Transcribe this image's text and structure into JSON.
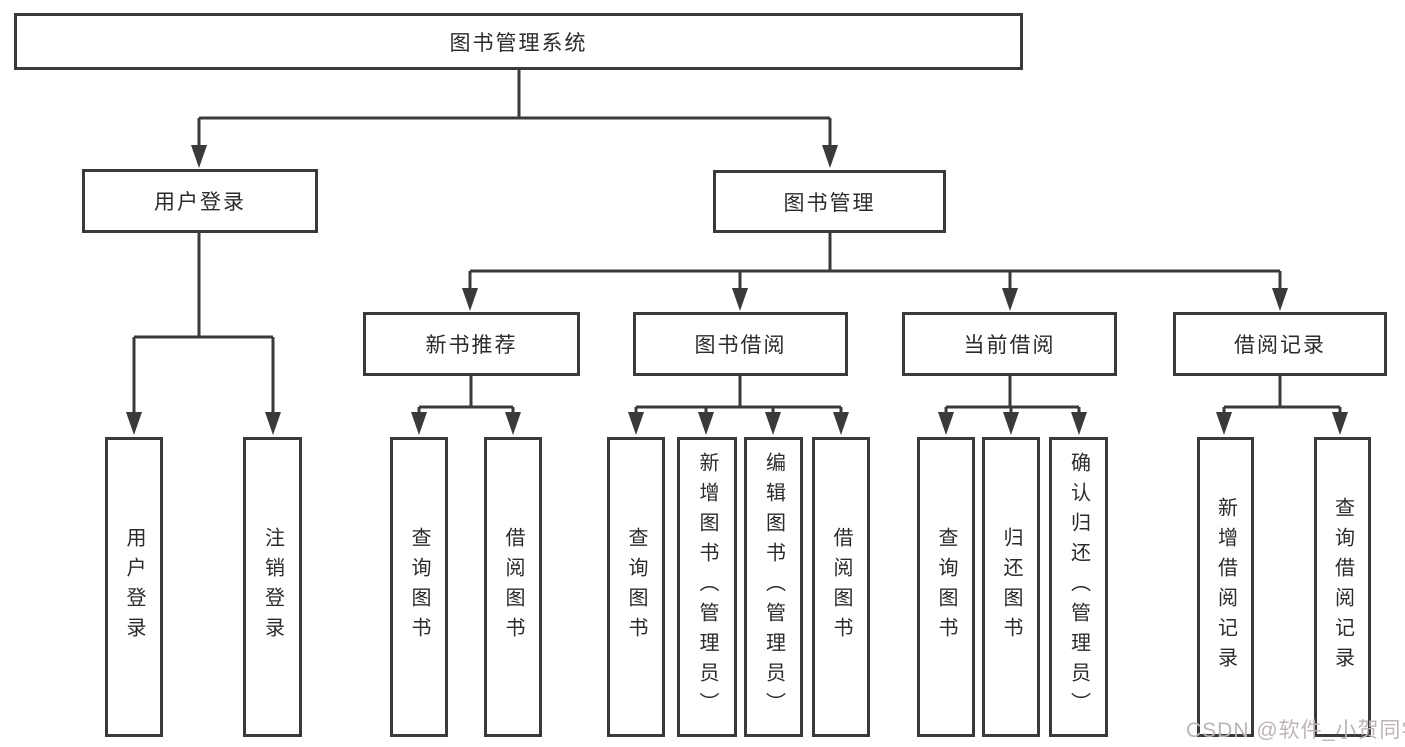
{
  "diagram": {
    "root": {
      "label": "图书管理系统"
    },
    "level2": [
      {
        "label": "用户登录"
      },
      {
        "label": "图书管理"
      }
    ],
    "level3": [
      {
        "label": "新书推荐"
      },
      {
        "label": "图书借阅"
      },
      {
        "label": "当前借阅"
      },
      {
        "label": "借阅记录"
      }
    ],
    "leaves": {
      "user_login": [
        {
          "label": "用户登录"
        },
        {
          "label": "注销登录"
        }
      ],
      "new_book_recommend": [
        {
          "label": "查询图书"
        },
        {
          "label": "借阅图书"
        }
      ],
      "book_borrow": [
        {
          "label": "查询图书"
        },
        {
          "label": "新增图书（管理员）"
        },
        {
          "label": "编辑图书（管理员）"
        },
        {
          "label": "借阅图书"
        }
      ],
      "current_borrow": [
        {
          "label": "查询图书"
        },
        {
          "label": "归还图书"
        },
        {
          "label": "确认归还（管理员）"
        }
      ],
      "borrow_records": [
        {
          "label": "新增借阅记录"
        },
        {
          "label": "查询借阅记录"
        }
      ]
    }
  },
  "watermark": {
    "text": "CSDN @软件_小贺同学"
  },
  "colors": {
    "line": "#3a3a3a",
    "text": "#2b2b2b",
    "watermark": "#bdb5b5",
    "background": "#ffffff"
  }
}
